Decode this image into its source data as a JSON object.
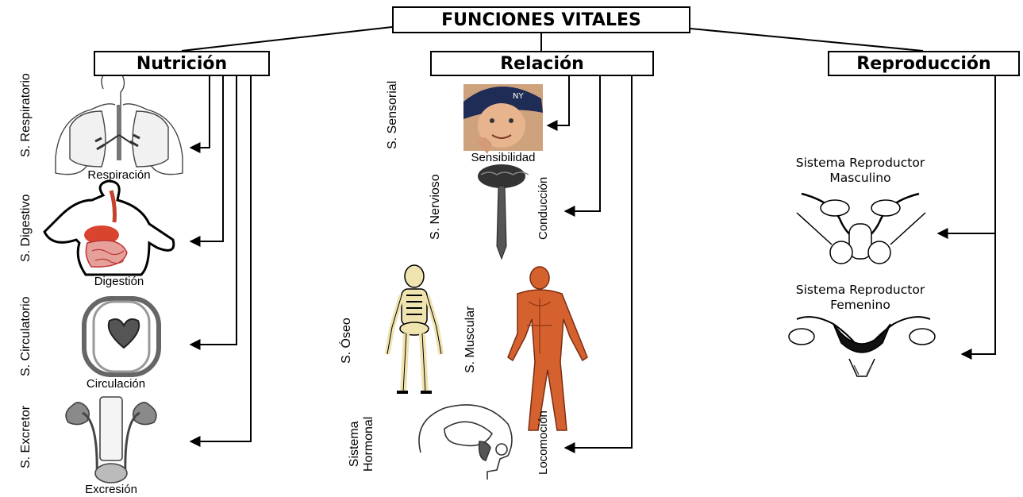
{
  "title": "FUNCIONES VITALES",
  "categories": {
    "nutricion": {
      "label": "Nutrición",
      "systems": [
        {
          "system": "S. Respiratorio",
          "function": "Respiración"
        },
        {
          "system": "S. Digestivo",
          "function": "Digestión"
        },
        {
          "system": "S. Circulatorio",
          "function": "Circulación"
        },
        {
          "system": "S. Excretor",
          "function": "Excresión"
        }
      ]
    },
    "relacion": {
      "label": "Relación",
      "systems": [
        {
          "system": "S. Sensorial",
          "function": "Sensibilidad"
        },
        {
          "system": "S. Nervioso",
          "function": "Conducción"
        },
        {
          "system": "S. Óseo",
          "function": ""
        },
        {
          "system": "S. Muscular",
          "function": ""
        },
        {
          "system": "Sistema\nHormonal",
          "function": "Locomoción"
        }
      ]
    },
    "reproduccion": {
      "label": "Reproducción",
      "systems": [
        {
          "system": "Sistema Reproductor",
          "function": "Masculino"
        },
        {
          "system": "Sistema Reproductor",
          "function": "Femenino"
        }
      ]
    }
  },
  "colors": {
    "line": "#000000",
    "organ_red": "#d9442e",
    "muscle_orange": "#d5622e",
    "bone_cream": "#efe3b0",
    "cap_navy": "#1f2c55",
    "skin": "#e8b48e"
  },
  "icons": [
    "lungs-icon",
    "digestive-icon",
    "heart-icon",
    "kidneys-icon",
    "child-photo-icon",
    "brain-nerve-icon",
    "skeleton-icon",
    "muscle-figure-icon",
    "head-brain-icon",
    "male-organ-icon",
    "female-organ-icon"
  ]
}
